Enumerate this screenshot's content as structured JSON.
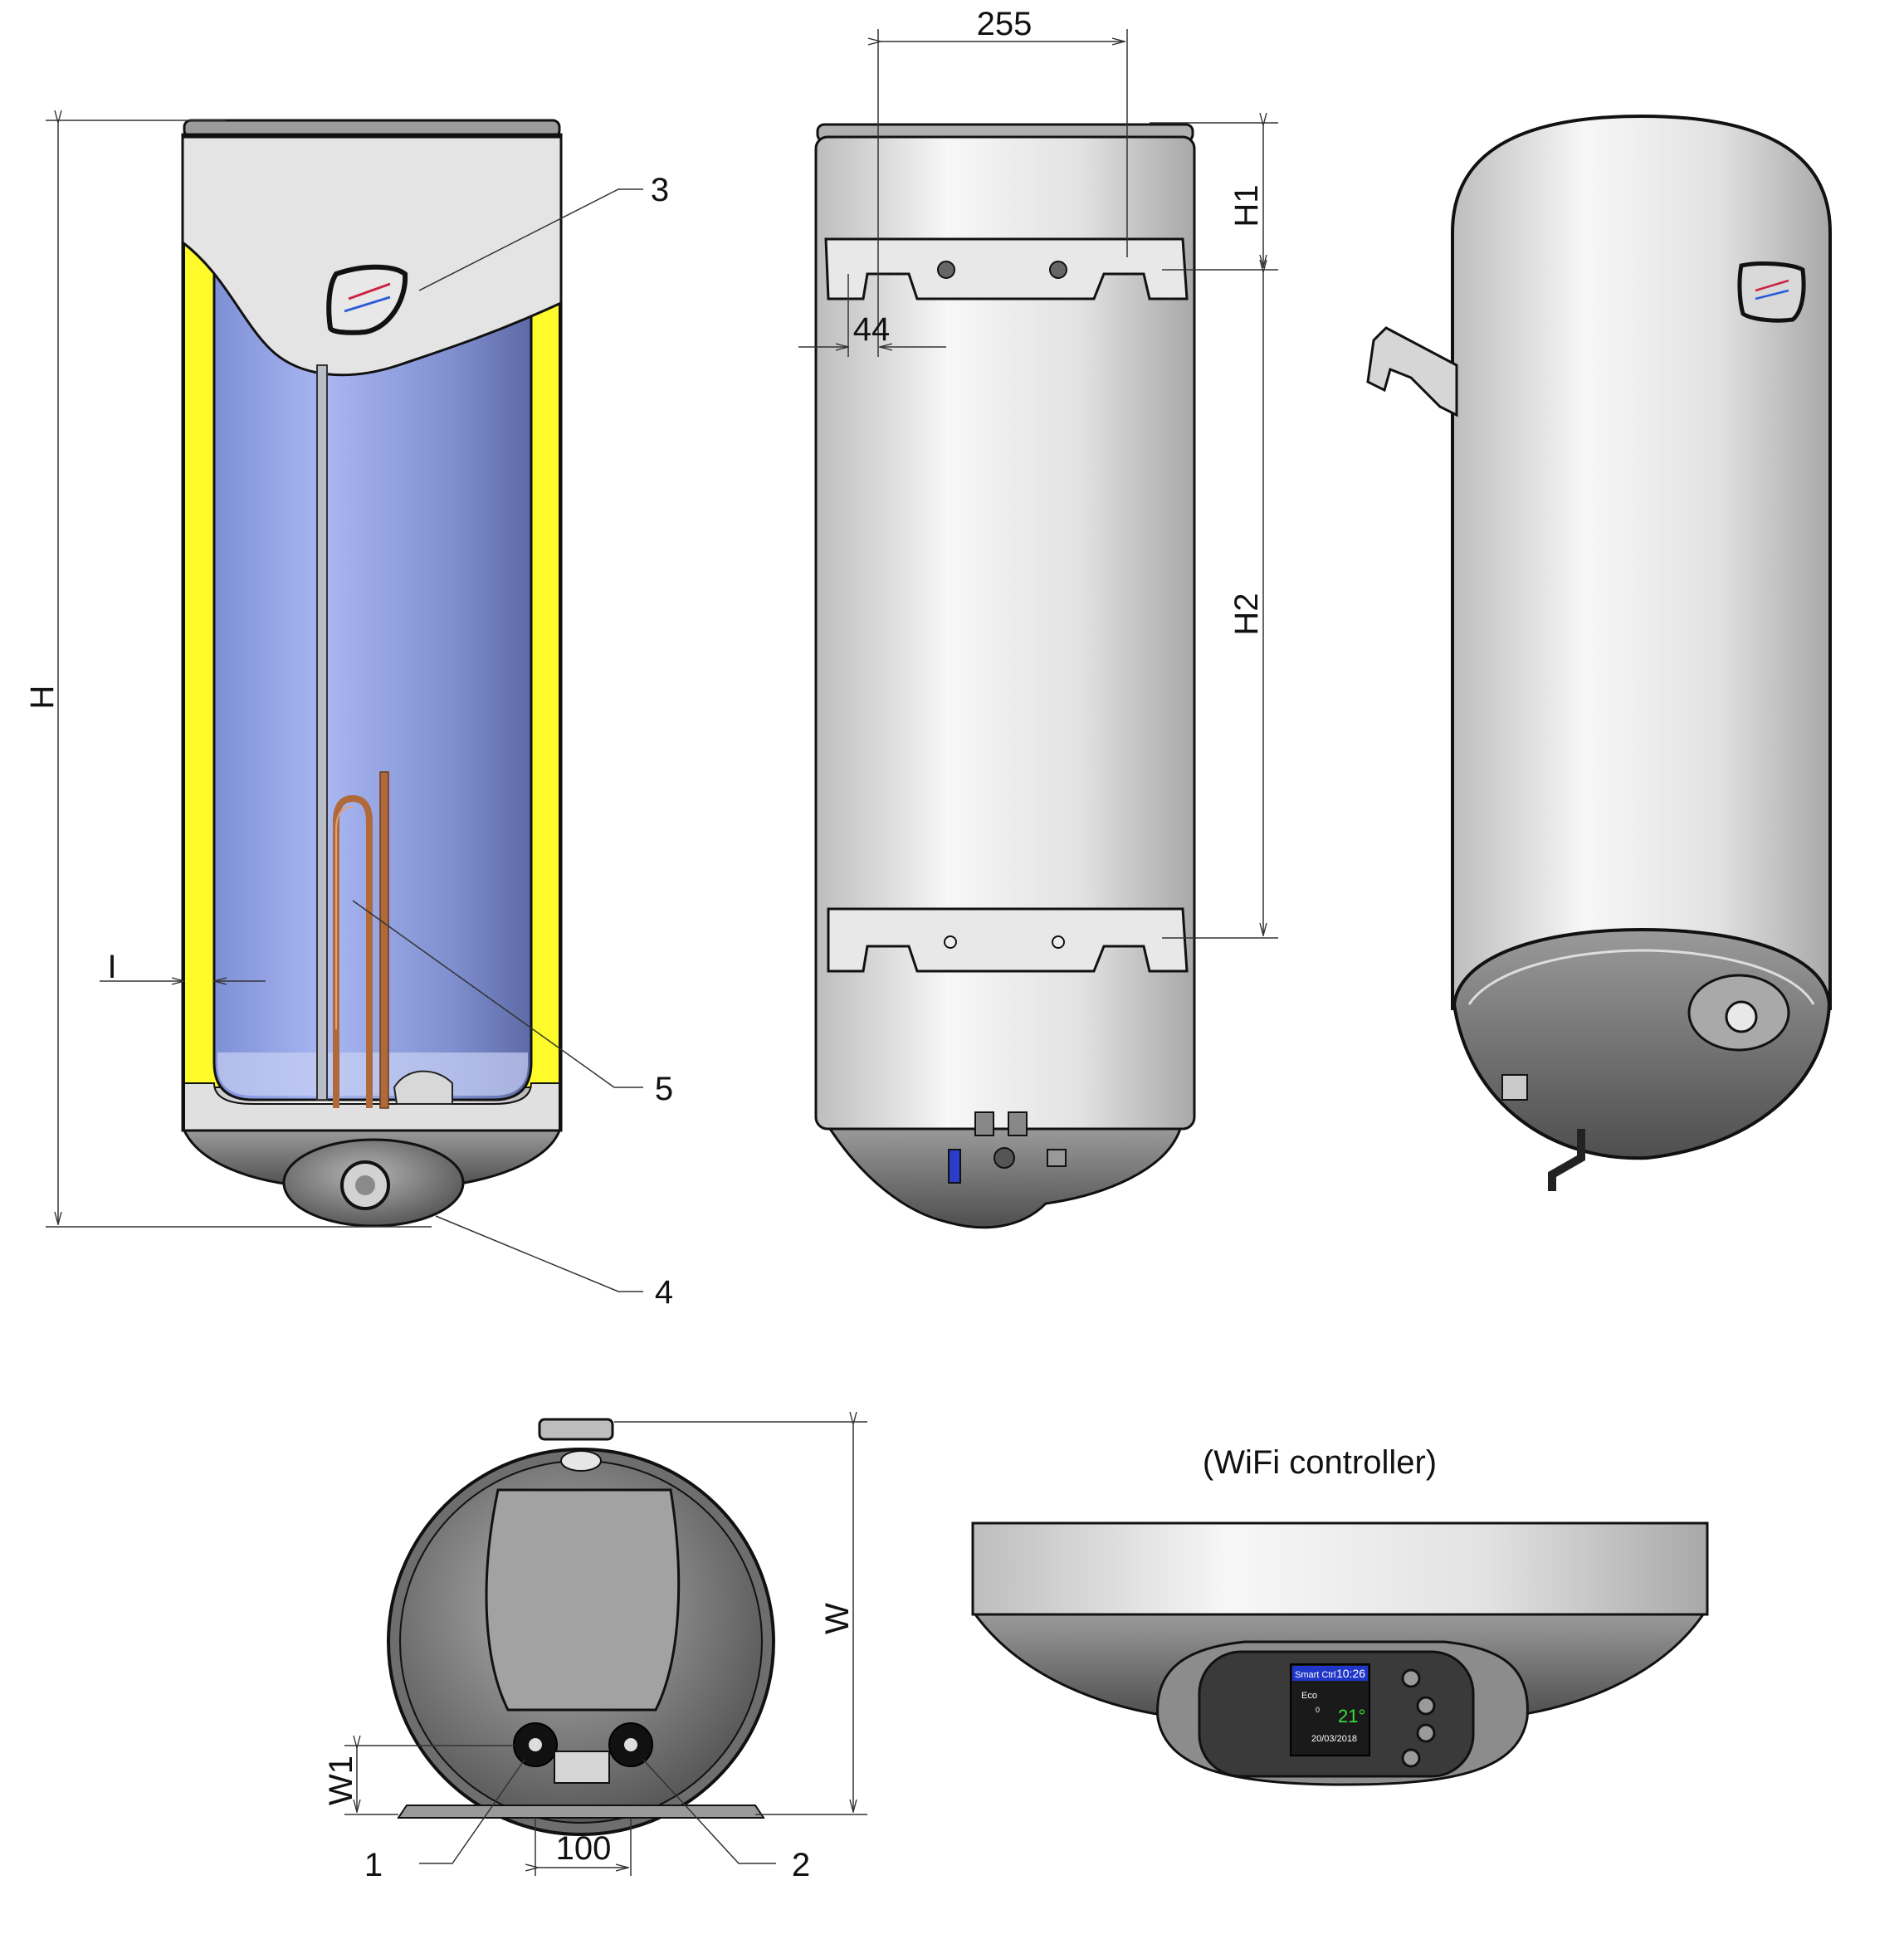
{
  "dimensions": {
    "H": "H",
    "H1": "H1",
    "H2": "H2",
    "W": "W",
    "W1": "W1",
    "I": "I",
    "d255": "255",
    "d44": "44",
    "d100": "100"
  },
  "callouts": {
    "c1": "1",
    "c2": "2",
    "c3": "3",
    "c4": "4",
    "c5": "5"
  },
  "caption": {
    "wifi": "(WiFi controller)"
  },
  "controller_screen": {
    "title": "Smart Ctrl",
    "time": "10:26",
    "mode": "Eco",
    "value": "0",
    "temperature": "21°",
    "date": "20/03/2018"
  },
  "colors": {
    "insulation": "#fffb2a",
    "tank": "#8ea0e6",
    "body": "#e6e6e6",
    "base": "#7a7a7a",
    "copper": "#b06a3a",
    "screen": "#1a1a1a"
  }
}
